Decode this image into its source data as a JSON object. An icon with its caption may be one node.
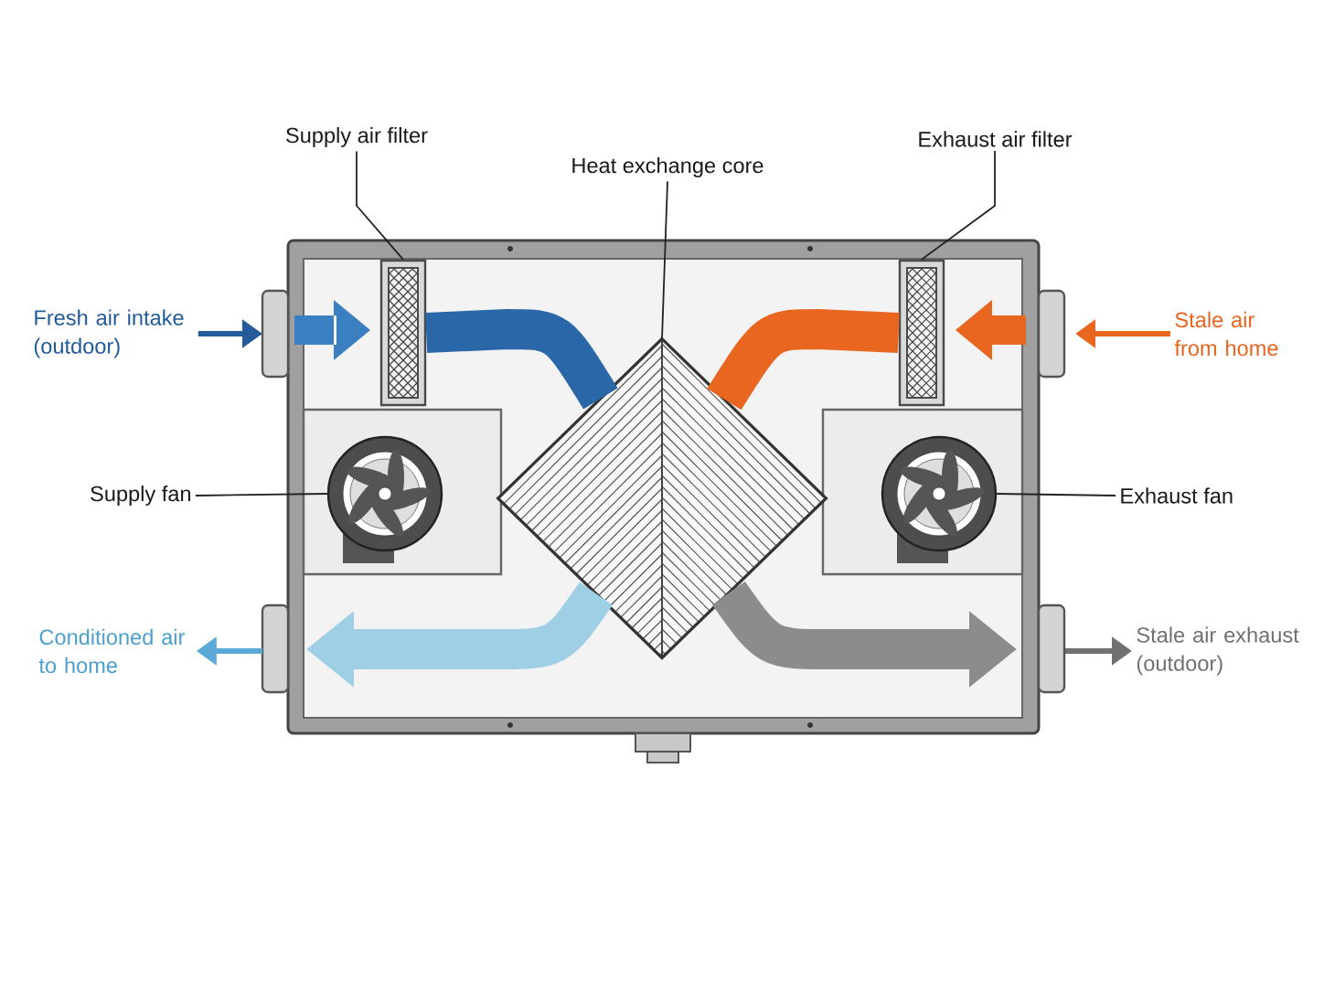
{
  "diagram": {
    "nodes": [
      {
        "text": [
          "Supply air filter"
        ]
      },
      {
        "text": [
          "Heat exchange core"
        ]
      },
      {
        "text": [
          "Exhaust air filter"
        ]
      },
      {
        "text": [
          "Fresh air intake (outdoor)"
        ]
      },
      {
        "text": [
          "Stale air from home"
        ]
      },
      {
        "text": [
          "Supply fan"
        ]
      },
      {
        "text": [
          "Exhaust fan"
        ]
      },
      {
        "text": [
          "Conditioned air to home"
        ]
      },
      {
        "text": [
          "Stale air exhaust (outdoor)"
        ]
      },
      {
        "text": [],
        "shape": "box"
      },
      {
        "text": [],
        "shape": "diamond"
      },
      {
        "text": [],
        "shape": "box"
      },
      {
        "text": [],
        "shape": "circle"
      },
      {
        "text": [],
        "shape": "circle"
      }
    ],
    "edges": [
      {
        "from": 3,
        "to": null,
        "arrow": "to",
        "color": "#245b9a"
      },
      {
        "from": 4,
        "to": null,
        "arrow": "to",
        "color": "#e8661f"
      },
      {
        "from": null,
        "to": 7,
        "arrow": "to",
        "color": "#5aa9d6"
      },
      {
        "from": null,
        "to": 8,
        "arrow": "to",
        "color": "#707070"
      },
      {
        "from": 9,
        "to": 10,
        "arrow": "none",
        "style": "thick",
        "color": "#2a67a8"
      },
      {
        "from": 11,
        "to": 10,
        "arrow": "none",
        "style": "thick",
        "color": "#e8661f"
      },
      {
        "from": 10,
        "to": null,
        "arrow": "to",
        "style": "thick",
        "color": "#9fcfe4"
      },
      {
        "from": 10,
        "to": null,
        "arrow": "to",
        "style": "thick",
        "color": "#8c8c8c"
      },
      {
        "from": 0,
        "to": 9,
        "arrow": "none"
      },
      {
        "from": 1,
        "to": 10,
        "arrow": "none"
      },
      {
        "from": 2,
        "to": 11,
        "arrow": "none"
      },
      {
        "from": 5,
        "to": 12,
        "arrow": "none"
      },
      {
        "from": 6,
        "to": 13,
        "arrow": "none"
      }
    ]
  }
}
